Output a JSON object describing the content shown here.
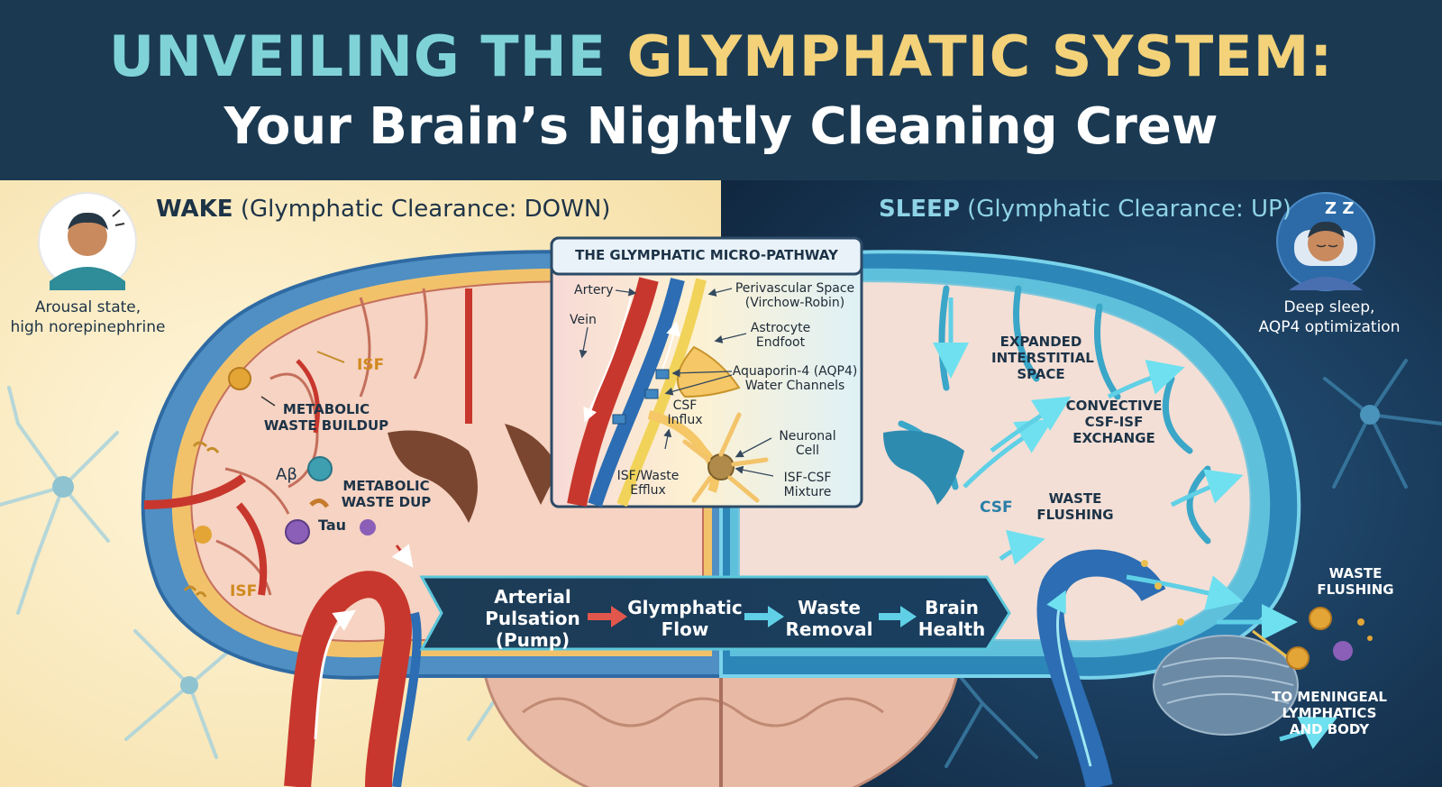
{
  "title": {
    "line1_part1": "UNVEILING THE",
    "line1_part2": "GLYMPHATIC SYSTEM:",
    "line2": "Your Brain’s Nightly Cleaning Crew"
  },
  "wake": {
    "header_main": "WAKE",
    "header_detail": "(Glymphatic Clearance: DOWN)",
    "caption_line1": "Arousal state,",
    "caption_line2": "high norepinephrine",
    "labels": {
      "isf_top": "ISF",
      "waste_buildup_1": "METABOLIC",
      "waste_buildup_2": "WASTE BUILDUP",
      "abeta": "Aβ",
      "waste_dup_1": "METABOLIC",
      "waste_dup_2": "WASTE DUP",
      "tau": "Tau",
      "isf_bottom": "ISF"
    }
  },
  "sleep": {
    "header_main": "SLEEP",
    "header_detail": "(Glymphatic Clearance: UP)",
    "caption_line1": "Deep sleep,",
    "caption_line2": "AQP4 optimization",
    "zz": "Z Z",
    "labels": {
      "expanded_1": "EXPANDED",
      "expanded_2": "INTERSTITIAL",
      "expanded_3": "SPACE",
      "convective_1": "CONVECTIVE",
      "convective_2": "CSF-ISF",
      "convective_3": "EXCHANGE",
      "csf": "CSF",
      "flushing_1": "WASTE",
      "flushing_2": "FLUSHING",
      "outer_flushing_1": "WASTE",
      "outer_flushing_2": "FLUSHING",
      "meningeal_1": "TO MENINGEAL",
      "meningeal_2": "LYMPHATICS",
      "meningeal_3": "AND BODY"
    }
  },
  "inset": {
    "title": "THE GLYMPHATIC MICRO-PATHWAY",
    "artery": "Artery",
    "vein": "Vein",
    "perivascular_1": "Perivascular Space",
    "perivascular_2": "(Virchow-Robin)",
    "astrocyte_1": "Astrocyte",
    "astrocyte_2": "Endfoot",
    "aqp4_1": "Aquaporin-4 (AQP4)",
    "aqp4_2": "Water Channels",
    "csf_1": "CSF",
    "csf_2": "Influx",
    "neuronal_1": "Neuronal",
    "neuronal_2": "Cell",
    "efflux_1": "ISF/Waste",
    "efflux_2": "Efflux",
    "mixture_1": "ISF-CSF",
    "mixture_2": "Mixture"
  },
  "flow": {
    "step1_l1": "Arterial",
    "step1_l2": "Pulsation",
    "step1_l3": "(Pump)",
    "step2_l1": "Glymphatic",
    "step2_l2": "Flow",
    "step3_l1": "Waste",
    "step3_l2": "Removal",
    "step4_l1": "Brain",
    "step4_l2": "Health"
  },
  "colors": {
    "banner": "#1b3a52",
    "title_teal": "#7fd3d6",
    "title_gold": "#f3d27a",
    "wake_bg": "#fbeec6",
    "sleep_bg": "#17334f",
    "artery_red": "#c8372d",
    "vein_blue": "#2c6db3",
    "csf_cyan": "#4fc3d6"
  }
}
